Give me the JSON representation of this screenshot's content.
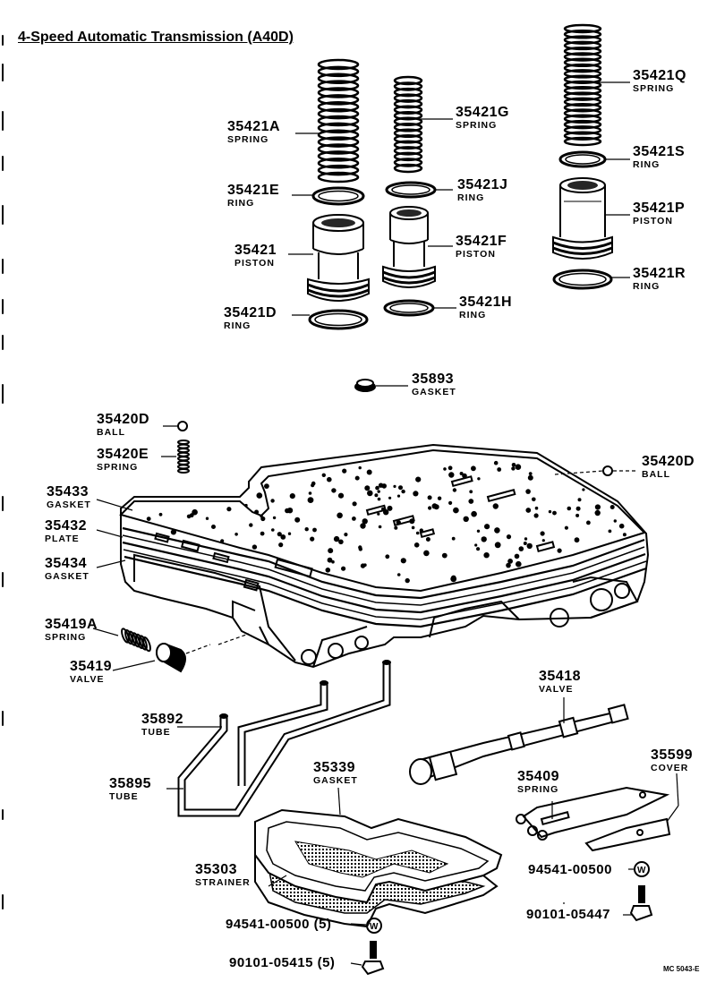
{
  "title": "4-Speed Automatic Transmission (A40D)",
  "diagram_code": "MC 5043-E",
  "parts": {
    "p35421A": {
      "number": "35421A",
      "name": "SPRING"
    },
    "p35421E": {
      "number": "35421E",
      "name": "RING"
    },
    "p35421": {
      "number": "35421",
      "name": "PISTON"
    },
    "p35421D": {
      "number": "35421D",
      "name": "RING"
    },
    "p35421G": {
      "number": "35421G",
      "name": "SPRING"
    },
    "p35421J": {
      "number": "35421J",
      "name": "RING"
    },
    "p35421F": {
      "number": "35421F",
      "name": "PISTON"
    },
    "p35421H": {
      "number": "35421H",
      "name": "RING"
    },
    "p35421Q": {
      "number": "35421Q",
      "name": "SPRING"
    },
    "p35421S": {
      "number": "35421S",
      "name": "RING"
    },
    "p35421P": {
      "number": "35421P",
      "name": "PISTON"
    },
    "p35421R": {
      "number": "35421R",
      "name": "RING"
    },
    "p35893": {
      "number": "35893",
      "name": "GASKET"
    },
    "p35420D_left": {
      "number": "35420D",
      "name": "BALL"
    },
    "p35420E": {
      "number": "35420E",
      "name": "SPRING"
    },
    "p35420D_right": {
      "number": "35420D",
      "name": "BALL"
    },
    "p35433": {
      "number": "35433",
      "name": "GASKET"
    },
    "p35432": {
      "number": "35432",
      "name": "PLATE"
    },
    "p35434": {
      "number": "35434",
      "name": "GASKET"
    },
    "p35419A": {
      "number": "35419A",
      "name": "SPRING"
    },
    "p35419": {
      "number": "35419",
      "name": "VALVE"
    },
    "p35418": {
      "number": "35418",
      "name": "VALVE"
    },
    "p35892": {
      "number": "35892",
      "name": "TUBE"
    },
    "p35895": {
      "number": "35895",
      "name": "TUBE"
    },
    "p35339": {
      "number": "35339",
      "name": "GASKET"
    },
    "p35409": {
      "number": "35409",
      "name": "SPRING"
    },
    "p35599": {
      "number": "35599",
      "name": "COVER"
    },
    "p35303": {
      "number": "35303",
      "name": "STRAINER"
    }
  },
  "hardware": {
    "washer_right": "94541-00500",
    "bolt_right": "90101-05447",
    "washer_bottom": "94541-00500 (5)",
    "bolt_bottom": "90101-05415 (5)"
  }
}
